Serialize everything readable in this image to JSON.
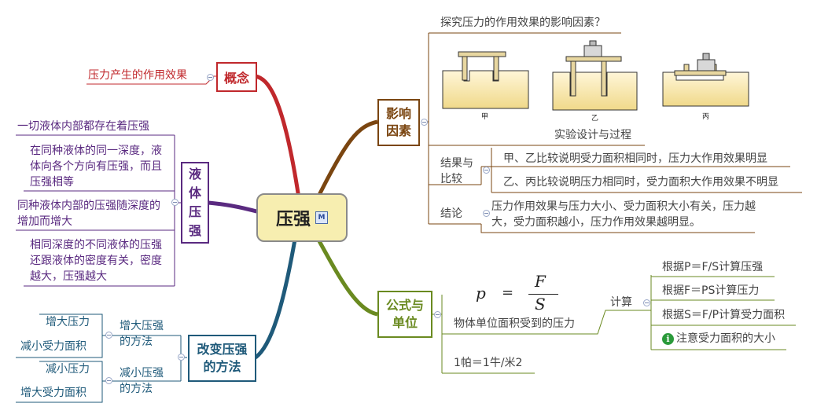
{
  "root": {
    "label": "压强",
    "badge": "M"
  },
  "concept": {
    "label": "概念",
    "leaf": "压力产生的作用效果"
  },
  "liquid": {
    "label": "液体压强",
    "chars": [
      "液",
      "体",
      "压",
      "强"
    ],
    "items": [
      "一切液体内部都存在着压强",
      "在同种液体的同一深度，液体向各个方向有压强，而且压强相等",
      "同种液体内部的压强随深度的增加而增大",
      "相同深度的不同液体的压强还跟液体的密度有关，密度越大，压强越大"
    ]
  },
  "change": {
    "label": "改变压强的方法",
    "groups": [
      {
        "label": "增大压强的方法",
        "items": [
          "增大压力",
          "减小受力面积"
        ]
      },
      {
        "label": "减小压强的方法",
        "items": [
          "减小压力",
          "增大受力面积"
        ]
      }
    ]
  },
  "factors": {
    "label": "影响因素",
    "question": "探究压力的作用效果的影响因素？",
    "experiment_caption": "实验设计与过程",
    "panels": [
      "甲",
      "乙",
      "丙"
    ],
    "result_label": "结果与比较",
    "results": [
      "甲、乙比较说明受力面积相同时，压力大作用效果明显",
      "乙、丙比较说明压力相同时，受力面积大作用效果不明显"
    ],
    "conclusion_label": "结论",
    "conclusion": "压力作用效果与压力大小、受力面积大小有关，压力越大，受力面积越小，压力作用效果越明显。"
  },
  "formula": {
    "label": "公式与单位",
    "lhs": "p",
    "eq": "=",
    "num": "F",
    "den": "S",
    "definition": "物体单位面积受到的压力",
    "unit": "1帕＝1牛/米2",
    "calc_label": "计算",
    "calc_items": [
      "根据P＝F/S计算压强",
      "根据F＝PS计算压力",
      "根据S＝F/P计算受力面积"
    ],
    "note": "注意受力面积的大小",
    "note_icon": "i"
  },
  "colors": {
    "concept": "#c0282c",
    "liquid": "#5a2a80",
    "change": "#1f5a7a",
    "factors": "#7a4510",
    "formula": "#6a8a20",
    "root_bg": "#f7eeb0",
    "root_border": "#8a8a8a"
  }
}
